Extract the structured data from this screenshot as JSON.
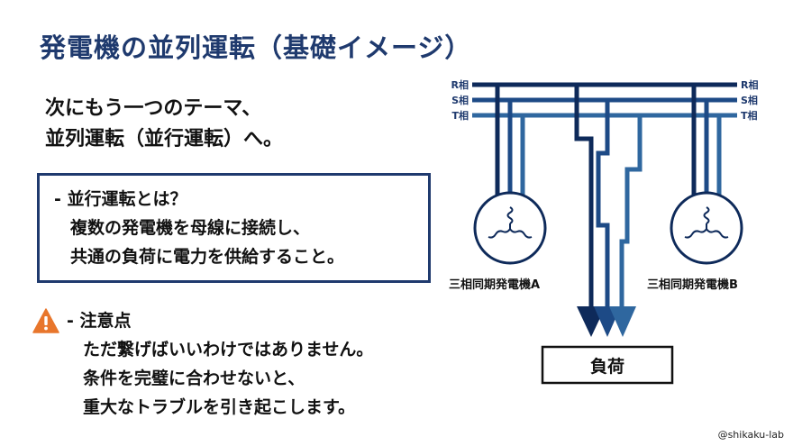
{
  "title": "発電機の並列運転（基礎イメージ）",
  "intro": {
    "line1": "次にもう一つのテーマ、",
    "line2": "並列運転（並行運転）へ。"
  },
  "definition": {
    "heading": "- 並行運転とは？",
    "line1": "複数の発電機を母線に接続し、",
    "line2": "共通の負荷に電力を供給すること。"
  },
  "caution": {
    "icon": "warning-icon",
    "heading": "- 注意点",
    "line1": "ただ繋げばいいわけではありません。",
    "line2": "条件を完璧に合わせないと、",
    "line3": "重大なトラブルを引き起こします。"
  },
  "diagram": {
    "phase_labels_left": [
      "R相",
      "S相",
      "T相"
    ],
    "phase_labels_right": [
      "R相",
      "S相",
      "T相"
    ],
    "generator_a": "三相同期発電機A",
    "generator_b": "三相同期発電機B",
    "load": "負荷",
    "colors": {
      "dark": "#0e2a5a",
      "mid": "#1d4a86",
      "light": "#2f679f"
    }
  },
  "credit": "@shikaku-lab"
}
